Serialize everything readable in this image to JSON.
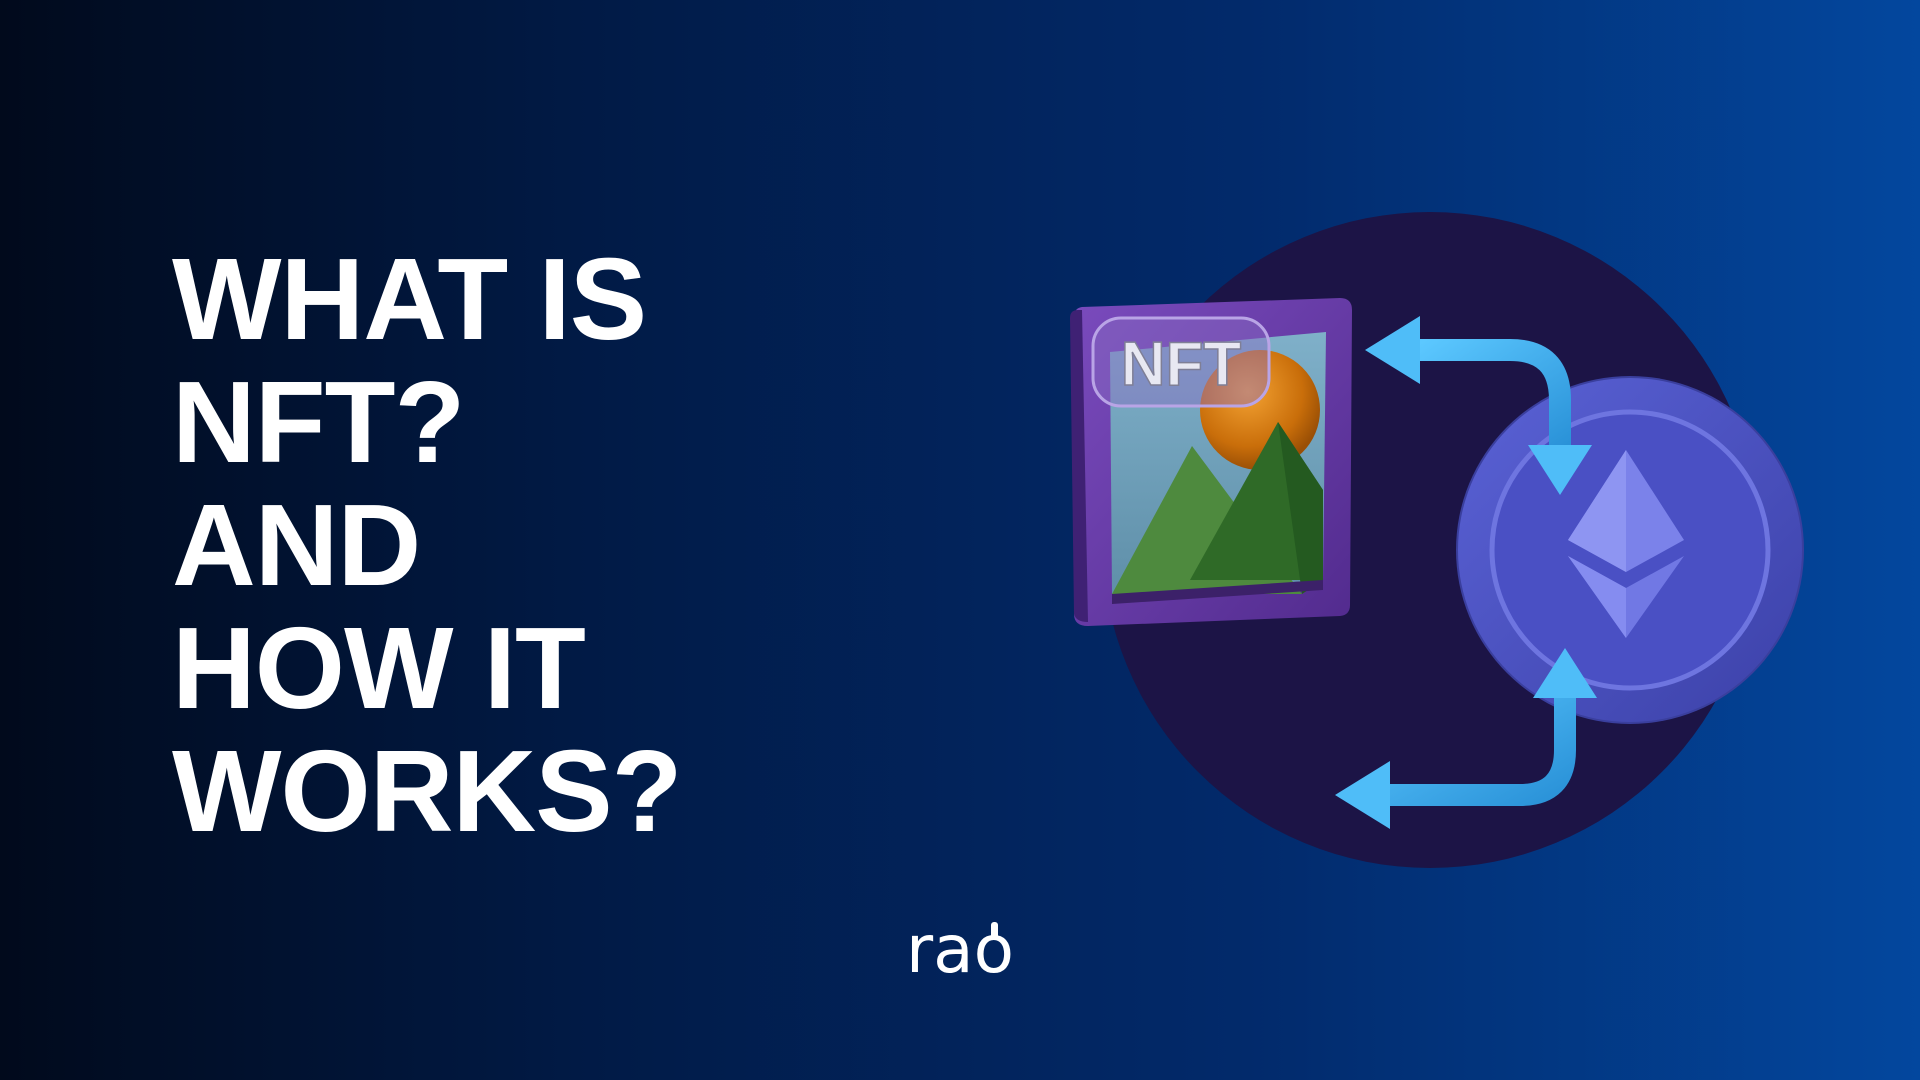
{
  "headline": {
    "line1": "WHAT IS",
    "line2": "NFT?",
    "line3": "AND",
    "line4": "HOW IT",
    "line5": "WORKS?"
  },
  "illustration": {
    "badge_text": "NFT",
    "icons": [
      "picture-frame-icon",
      "ethereum-coin-icon",
      "exchange-arrows-icon"
    ]
  },
  "logo": {
    "brand": "rao"
  },
  "colors": {
    "background_dark": "#010a1c",
    "background_light": "#03479e",
    "headline": "#ffffff",
    "frame": "#6a3aa8",
    "coin": "#4e55c9",
    "arrows": "#3fb0f0"
  }
}
